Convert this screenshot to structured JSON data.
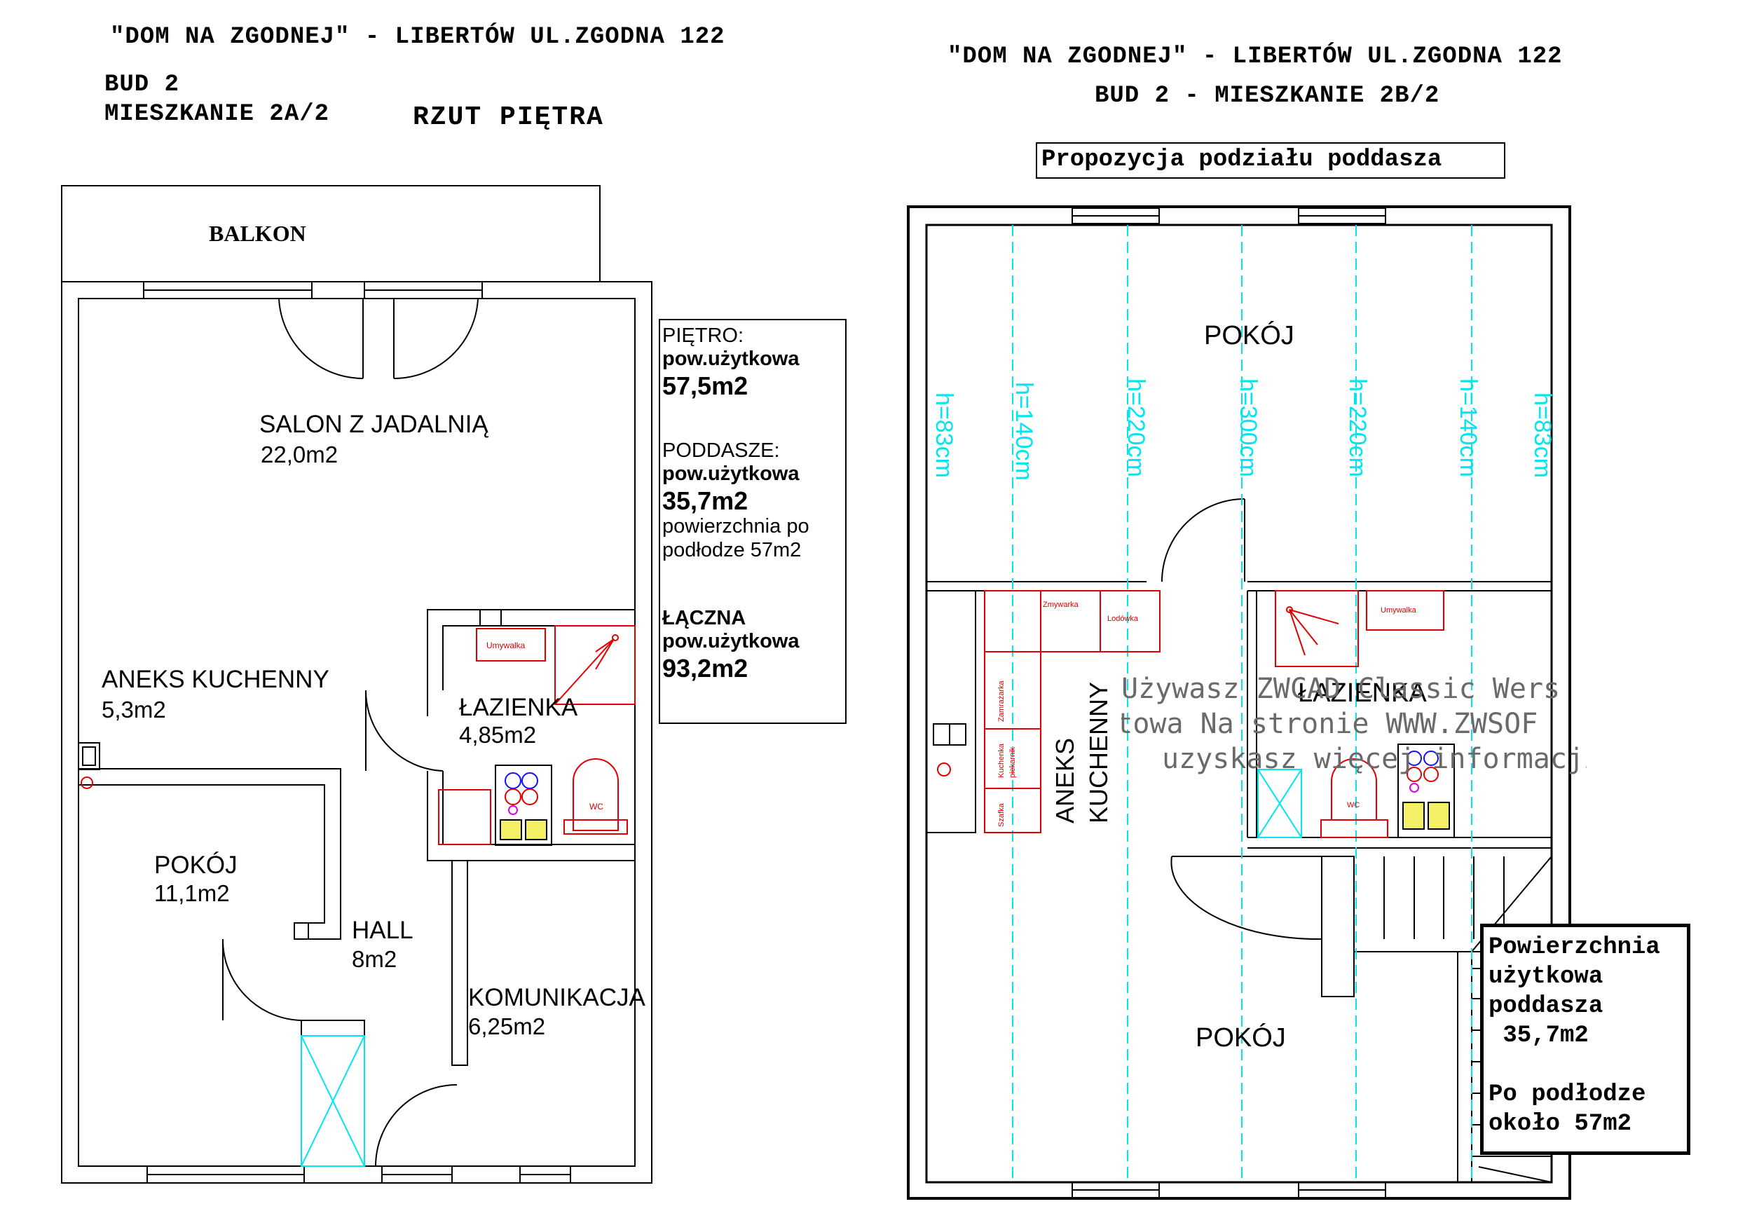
{
  "left_plan": {
    "header_line1": "\"DOM NA ZGODNEJ\" - LIBERTÓW UL.ZGODNA 122",
    "header_bud": "BUD 2",
    "header_apt": "MIESZKANIE 2A/2",
    "header_view": "RZUT PIĘTRA",
    "rooms": {
      "balkon": "BALKON",
      "salon_name": "SALON Z JADALNIĄ",
      "salon_area": "22,0m2",
      "aneks_name": "ANEKS KUCHENNY",
      "aneks_area": "5,3m2",
      "lazienka_name": "ŁAZIENKA",
      "lazienka_area": "4,85m2",
      "pokoj_name": "POKÓJ",
      "pokoj_area": "11,1m2",
      "hall_name": "HALL",
      "hall_area": "8m2",
      "komunikacja_name": "KOMUNIKACJA",
      "komunikacja_area": "6,25m2"
    },
    "fixtures": {
      "umywalka": "Umywalka",
      "wc": "WC"
    }
  },
  "info_box": {
    "pietro_label": "PIĘTRO:",
    "pietro_sub": "pow.użytkowa",
    "pietro_value": "57,5m2",
    "poddasze_label": "PODDASZE:",
    "poddasze_sub": "pow.użytkowa",
    "poddasze_value": "35,7m2",
    "poddasze_note1": "powierzchnia po",
    "poddasze_note2": "podłodze 57m2",
    "laczna_label": "ŁĄCZNA",
    "laczna_sub": "pow.użytkowa",
    "laczna_value": "93,2m2"
  },
  "right_plan": {
    "header_line1": "\"DOM NA ZGODNEJ\" - LIBERTÓW UL.ZGODNA 122",
    "header_line2": "BUD 2 - MIESZKANIE 2B/2",
    "proposal": "Propozycja podziału poddasza",
    "rooms": {
      "pokoj_top": "POKÓJ",
      "pokoj_bottom": "POKÓJ",
      "aneks_line1": "ANEKS",
      "aneks_line2": "KUCHENNY",
      "lazienka": "ŁAZIENKA"
    },
    "heights": [
      "h=83cm",
      "h=140cm",
      "h=220cm",
      "h=300cm",
      "h=220cm",
      "h=140cm",
      "h=83cm"
    ],
    "fixtures": {
      "zmywarka": "Zmywarka",
      "lodowka": "Lodówka",
      "zamrazarka": "Zamrażarka",
      "kuchenka": "Kuchenka",
      "piekarnik": "piekarnik",
      "szafka": "Szafka",
      "umywalka": "Umywalka",
      "wc": "WC"
    },
    "watermark": [
      "Używasz ZWCAD Classic Wers",
      "testowa Na stronie  WWW.ZWSOF",
      "uzyskasz więcej informacji"
    ],
    "area_box": [
      "Powierzchnia",
      "użytkowa",
      "poddasza",
      " 35,7m2",
      "",
      "Po podłodze",
      "około 57m2"
    ]
  },
  "colors": {
    "cyan": "#00e5ee",
    "red": "#e00000",
    "magenta": "#e000e0",
    "yellow": "#e8e800",
    "blue": "#1010ff"
  }
}
